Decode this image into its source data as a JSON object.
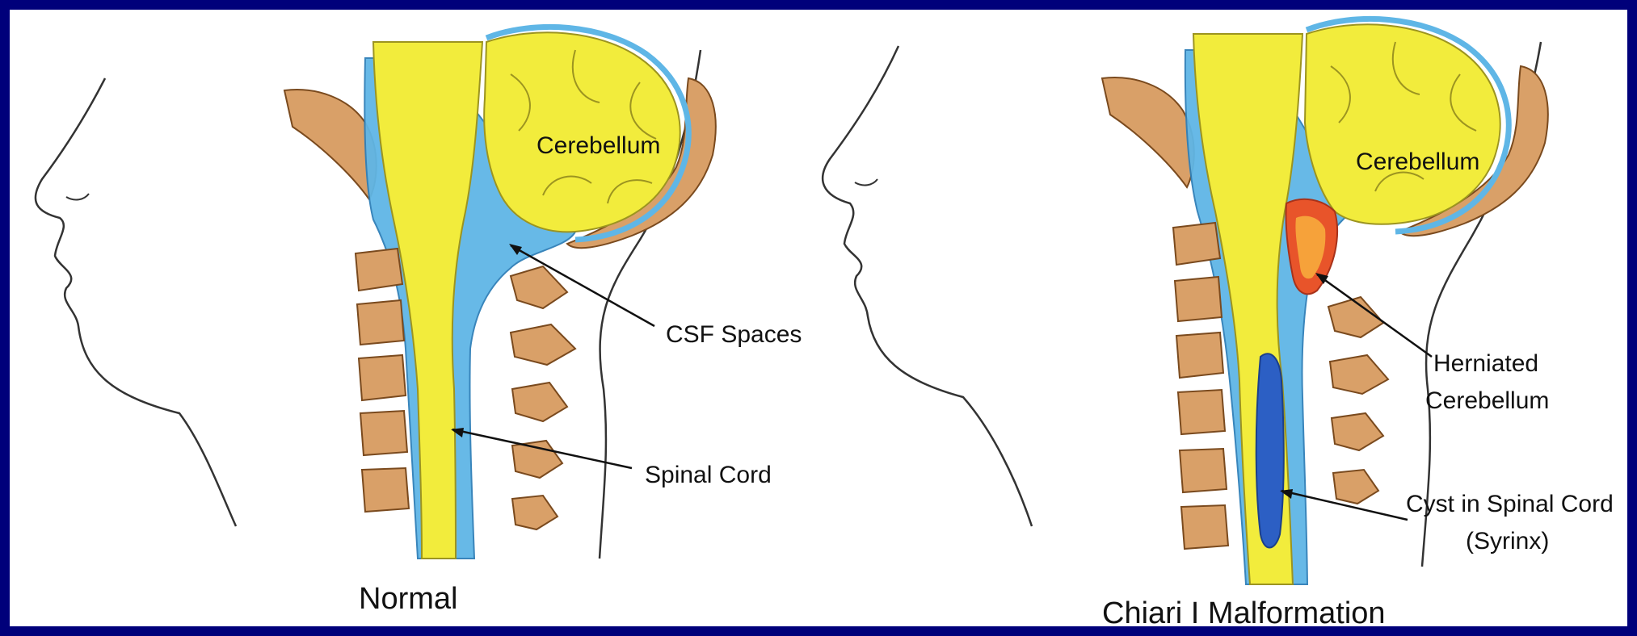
{
  "colors": {
    "border": "#00007a",
    "background": "#ffffff",
    "brain": "#f2ec3c",
    "csf": "#5fb6e6",
    "bone": "#d9a068",
    "syrinx": "#2c5fc4",
    "herniation": "#e8542a",
    "outline": "#222222"
  },
  "normal_panel": {
    "cerebellum_label": "Cerebellum",
    "csf_label": "CSF Spaces",
    "spinal_cord_label": "Spinal Cord",
    "caption": "Normal"
  },
  "chiari_panel": {
    "cerebellum_label": "Cerebellum",
    "herniated_label_line1": "Herniated",
    "herniated_label_line2": "Cerebellum",
    "cyst_label_line1": "Cyst in Spinal Cord",
    "cyst_label_line2": "(Syrinx)",
    "caption": "Chiari I Malformation"
  }
}
